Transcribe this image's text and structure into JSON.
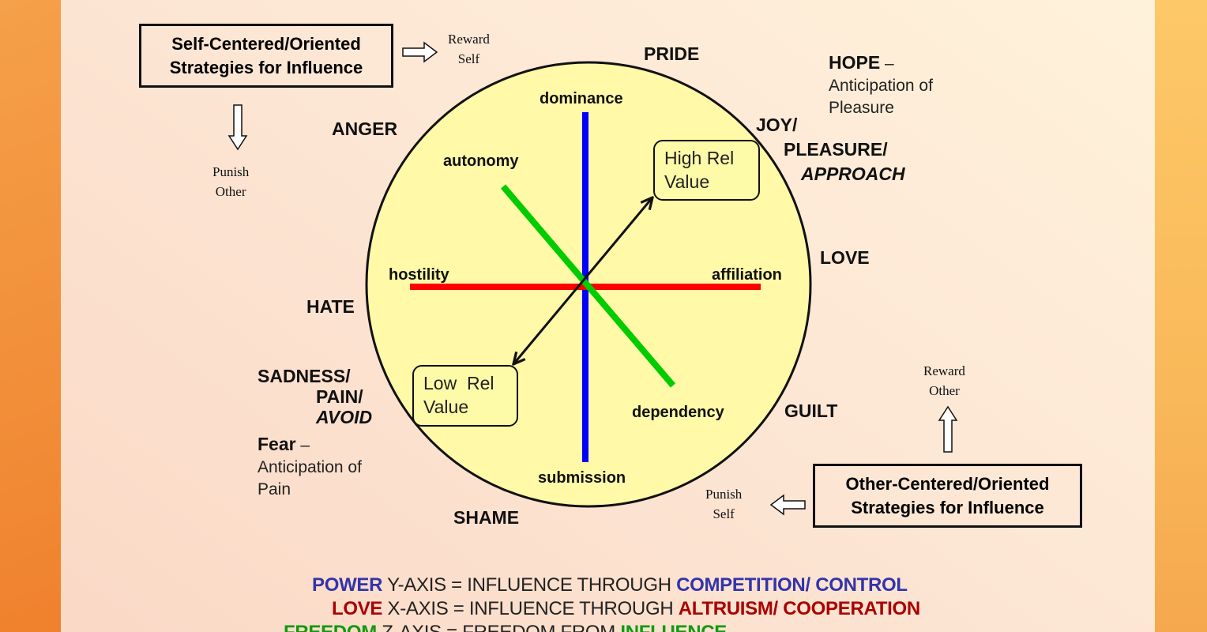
{
  "colors": {
    "power": "#3333aa",
    "love": "#aa0000",
    "freedom": "#119911",
    "y_axis_line": "#0000ff",
    "x_axis_line": "#ff0000",
    "z_axis_line": "#00cc00",
    "circle_fill": "#fffaa0"
  },
  "boxes": {
    "self_centered": {
      "line1": "Self-Centered/Oriented",
      "line2": "Strategies for Influence"
    },
    "other_centered": {
      "line1": "Other-Centered/Oriented",
      "line2": "Strategies for Influence"
    }
  },
  "arrow_labels": {
    "reward_self": {
      "line1": "Reward",
      "line2": "Self"
    },
    "punish_other": {
      "line1": "Punish",
      "line2": "Other"
    },
    "reward_other": {
      "line1": "Reward",
      "line2": "Other"
    },
    "punish_self": {
      "line1": "Punish",
      "line2": "Self"
    }
  },
  "emotions": {
    "pride": "PRIDE",
    "anger": "ANGER",
    "hate": "HATE",
    "love": "LOVE",
    "guilt": "GUILT",
    "shame": "SHAME",
    "joy": {
      "line1": "JOY/",
      "line2": "PLEASURE/",
      "line3": "APPROACH"
    },
    "sadness": {
      "line1": "SADNESS/",
      "line2": "PAIN/",
      "line3": "AVOID"
    },
    "hope": {
      "title": "HOPE",
      "dash": " –",
      "line1": "Anticipation of",
      "line2": "Pleasure"
    },
    "fear": {
      "title": "Fear",
      "dash": " –",
      "line1": "Anticipation of",
      "line2": "Pain"
    }
  },
  "axes": {
    "dominance": "dominance",
    "submission": "submission",
    "hostility": "hostility",
    "affiliation": "affiliation",
    "autonomy": "autonomy",
    "dependency": "dependency"
  },
  "rel_boxes": {
    "high": {
      "line1": "High Rel",
      "line2": "Value"
    },
    "low": {
      "line1": "Low  Rel",
      "line2": "Value"
    }
  },
  "legend": [
    {
      "key": "POWER",
      "axis": " Y-AXIS = INFLUENCE THROUGH ",
      "value": "COMPETITION/ CONTROL"
    },
    {
      "key": "LOVE",
      "axis": " X-AXIS = INFLUENCE THROUGH ",
      "value": "ALTRUISM/ COOPERATION"
    },
    {
      "key": "FREEDOM",
      "axis": " Z-AXIS = FREEDOM FROM ",
      "value": "INFLUENCE"
    }
  ]
}
